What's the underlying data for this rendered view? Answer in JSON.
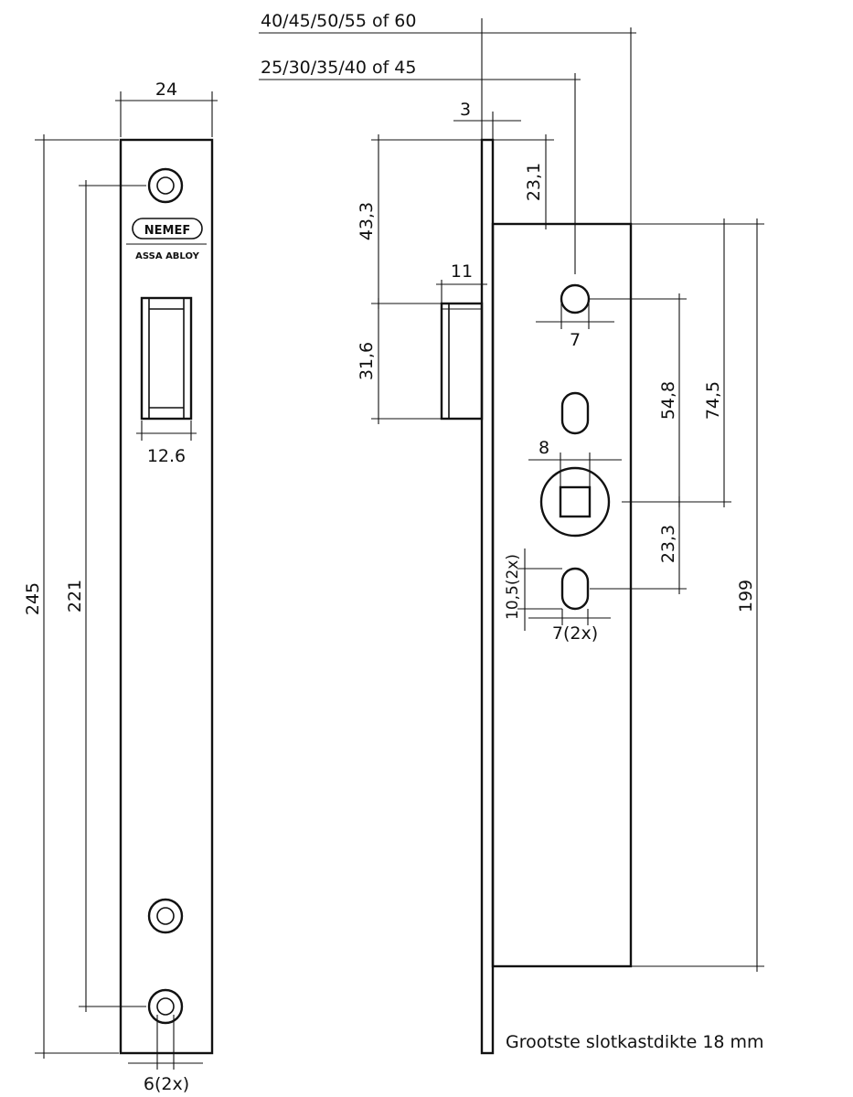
{
  "faceplate": {
    "width_label": "24",
    "height_label": "245",
    "hole_spacing_label": "221",
    "latch_width_label": "12.6",
    "hole_dia_label": "6(2x)",
    "brand": "NEMEF",
    "sub_brand": "ASSA ABLOY"
  },
  "side_view": {
    "backset_large_label": "40/45/50/55 of 60",
    "backset_small_label": "25/30/35/40 of 45",
    "plate_thickness_label": "3",
    "top_to_cylinder_label": "23,1",
    "top_to_bolt_label": "43,3",
    "bolt_projection_label": "11",
    "bolt_height_label": "31,6",
    "cylinder_hole_label": "7",
    "spacing_548_label": "54,8",
    "spacing_745_label": "74,5",
    "square_label": "8",
    "spacing_233_label": "23,3",
    "slot_height_label": "10,5(2x)",
    "slot_width_label": "7(2x)",
    "case_height_label": "199",
    "footnote": "Grootste slotkastdikte 18 mm"
  }
}
